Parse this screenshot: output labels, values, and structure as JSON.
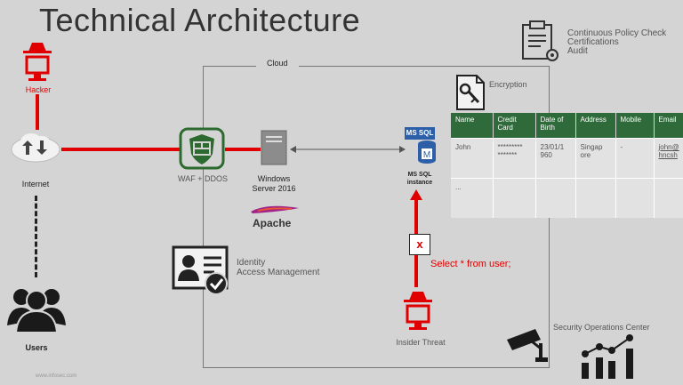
{
  "title": "Technical Architecture",
  "policy": {
    "line1": "Continuous Policy Check",
    "line2": "Certifications",
    "line3": "Audit"
  },
  "cloud_label": "Cloud",
  "nodes": {
    "hacker": "Hacker",
    "internet": "Internet",
    "users": "Users",
    "waf": "WAF + DDOS",
    "windows_line1": "Windows",
    "windows_line2": "Server 2016",
    "apache": "Apache",
    "mssql_badge": "MS SQL",
    "mssql_line1": "MS SQL",
    "mssql_line2": "instance",
    "encryption": "Encryption",
    "iam_line1": "Identity",
    "iam_line2": "Access Management",
    "insider": "Insider Threat",
    "soc": "Security Operations Center",
    "blocked_marker": "x",
    "query": "Select * from user;",
    "footer_url": "www.infosec.com"
  },
  "table": {
    "headers": [
      "Name",
      "Credit Card",
      "Date of Birth",
      "Address",
      "Mobile",
      "Email"
    ],
    "row1": [
      "John",
      "********* *******",
      "23/01/1 960",
      "Singap ore",
      "-",
      "john@ hncsh"
    ],
    "row2": [
      "...",
      "",
      "",
      "",
      "",
      ""
    ]
  },
  "colors": {
    "accent_red": "#e00000",
    "table_header": "#2f6b3a",
    "waf_green": "#2d6a2f"
  }
}
